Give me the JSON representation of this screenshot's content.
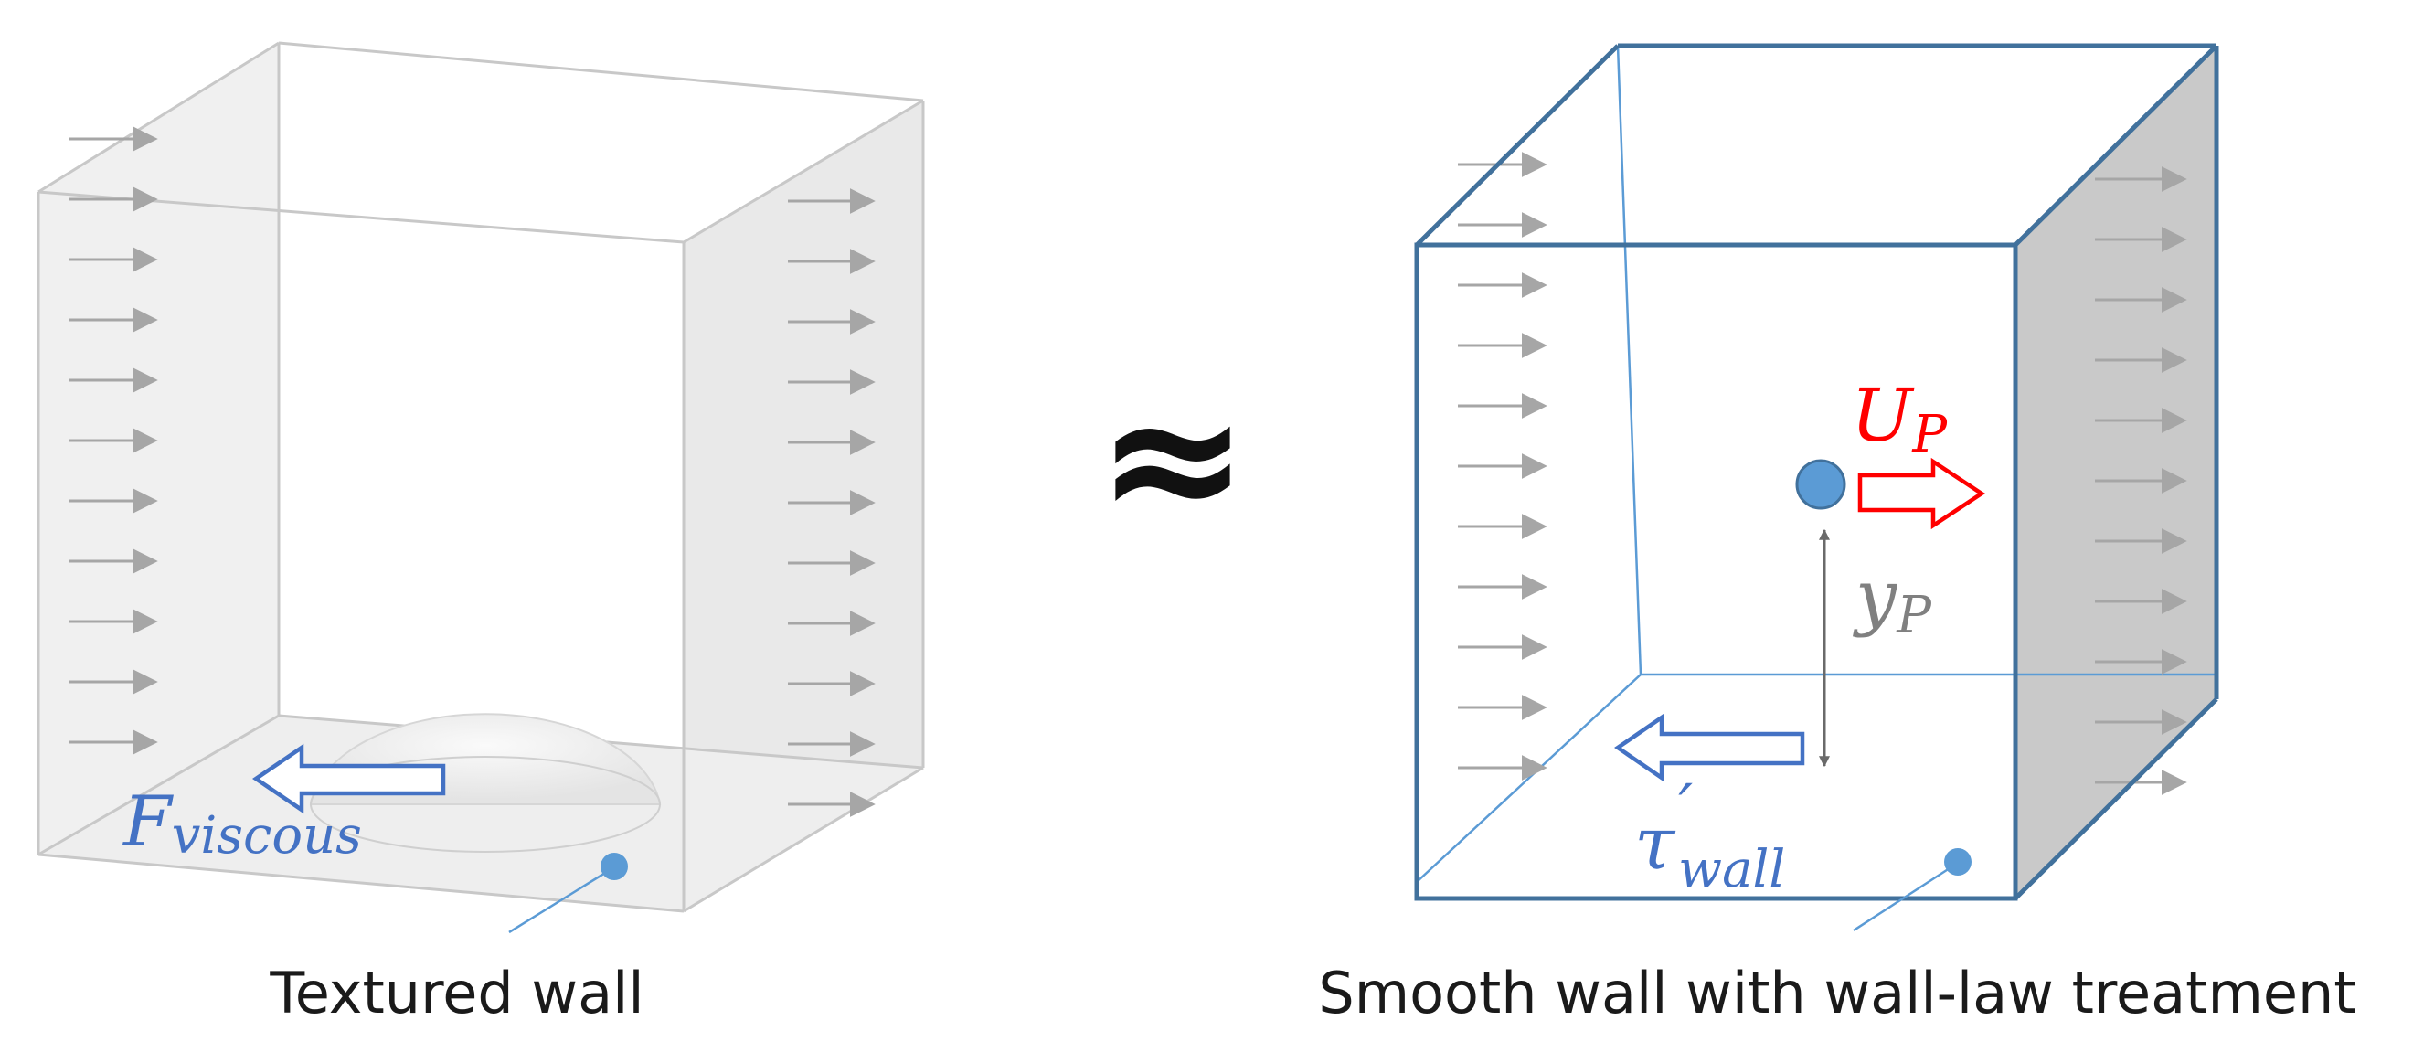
{
  "left_panel": {
    "caption": "Textured wall",
    "force_label_main": "F",
    "force_label_sub": "viscous"
  },
  "relation_symbol": "≈",
  "right_panel": {
    "caption": "Smooth wall with wall-law treatment",
    "velocity_label_main": "U",
    "velocity_label_sub": "P",
    "distance_label_main": "y",
    "distance_label_sub": "P",
    "shear_label_main": "τ",
    "shear_label_prime": "′",
    "shear_label_sub": "wall"
  },
  "colors": {
    "grey_edge": "#c8c8c8",
    "grey_arrow": "#9a9a9a",
    "blue_box": "#41719c",
    "blue_accent": "#4472c4",
    "blue_point": "#5b9bd5",
    "red_accent": "#ff0000",
    "grey_face": "#c9c9c9"
  },
  "icons": [
    "inflow-arrow-icon",
    "outflow-arrow-icon",
    "hollow-arrow-icon",
    "point-marker-icon",
    "double-headed-arrow-icon"
  ]
}
